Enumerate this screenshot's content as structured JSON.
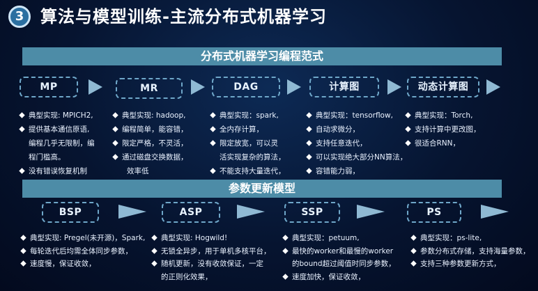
{
  "header": {
    "number": "3",
    "title": "算法与模型训练-主流分布式机器学习"
  },
  "paradigms": {
    "bar_title": "分布式机器学习编程范式",
    "boxes": [
      "MP",
      "MR",
      "DAG",
      "计算图",
      "动态计算图"
    ],
    "columns": [
      [
        "典型实现: MPICH2,",
        "提供基本通信原语,",
        "编程几乎无限制，编",
        "程门槛高。",
        "没有错误恢复机制"
      ],
      [
        "典型实现: hadoop,",
        "编程简单，能容错，",
        "限定严格，不灵活，",
        "通过磁盘交换数据，",
        "效率低"
      ],
      [
        "典型实现：spark,",
        "全内存计算，",
        "限定放宽，可以灵",
        "活实现复杂的算法，",
        "不能支持大量迭代，"
      ],
      [
        "典型实现：tensorflow,",
        "自动求微分，",
        "支持任意迭代，",
        "可以实现绝大部分NN算法，",
        "容错能力弱，"
      ],
      [
        "典型实现：Torch,",
        "支持计算中更改图，",
        "很适合RNN，"
      ]
    ]
  },
  "updates": {
    "bar_title": "参数更新模型",
    "boxes": [
      "BSP",
      "ASP",
      "SSP",
      "PS"
    ],
    "columns": [
      [
        "典型实现: Pregel(未开源)，Spark,",
        "每轮迭代后均需全体同步参数，",
        "速度慢，保证收敛，"
      ],
      [
        "典型实现: Hogwild!",
        "无锁全异步，用于单机多核平台，",
        "随机更新，没有收敛保证，一定",
        "的正则化效果，"
      ],
      [
        "典型实现：petuum,",
        "最快的worker和最慢的worker",
        "的bound超过阈值时同步参数，",
        "速度加快，保证收敛，"
      ],
      [
        "典型实现：ps-lite,",
        "参数分布式存储，支持海量参数，",
        "支持三种参数更新方式，"
      ]
    ]
  }
}
